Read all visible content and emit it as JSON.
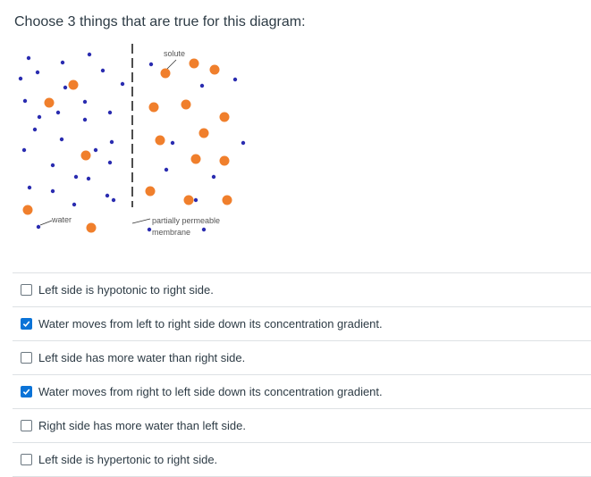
{
  "question": {
    "prompt": "Choose 3 things that are true for this diagram:"
  },
  "diagram": {
    "labels": {
      "solute": "solute",
      "water": "water",
      "membrane_line1": "partially permeable",
      "membrane_line2": "membrane"
    },
    "colors": {
      "water": "#2a2cb0",
      "solute": "#f07f2c",
      "membrane": "#222222",
      "label_text": "#555555"
    }
  },
  "answers": [
    {
      "label": "Left side is hypotonic to right side.",
      "checked": false
    },
    {
      "label": "Water moves from left to right side down its concentration gradient.",
      "checked": true
    },
    {
      "label": "Left side has more water than right side.",
      "checked": false
    },
    {
      "label": "Water moves from right to left side down its concentration gradient.",
      "checked": true
    },
    {
      "label": "Right side has more water than left side.",
      "checked": false
    },
    {
      "label": "Left side is hypertonic to right side.",
      "checked": false
    }
  ]
}
